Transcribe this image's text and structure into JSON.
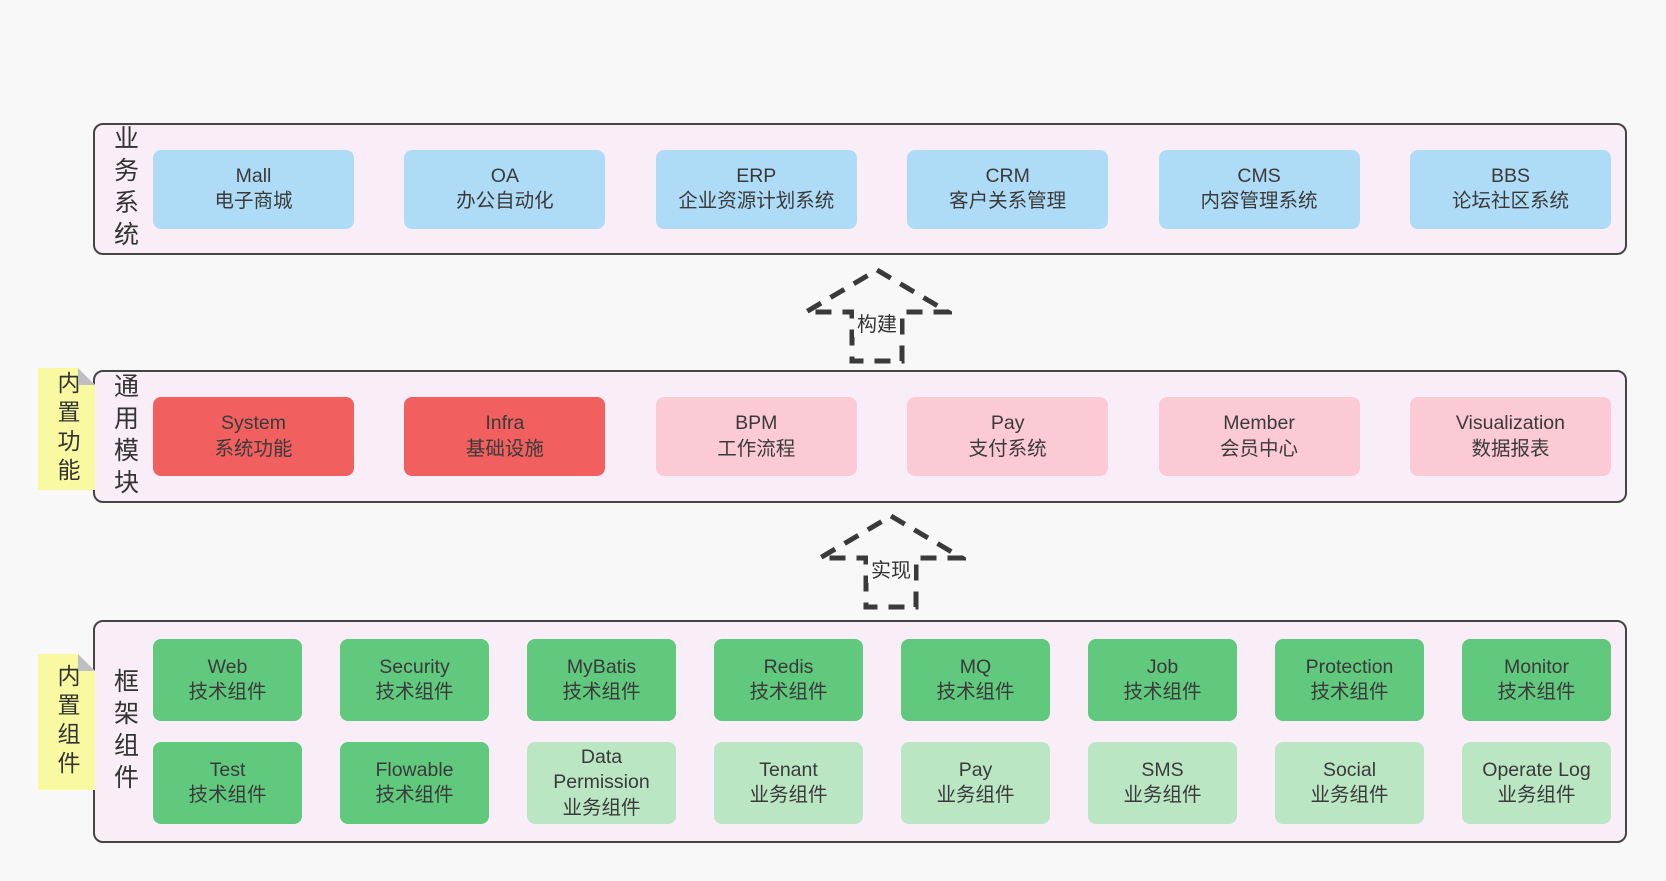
{
  "colors": {
    "page_bg": "#f8f8f8",
    "band_bg": "#f9eef7",
    "band_border": "#454545",
    "blue": "#aedcf6",
    "red": "#f15f5f",
    "pink": "#fccad5",
    "green": "#61c97d",
    "green_light": "#bae6c3",
    "note_yellow": "#f9f9a2",
    "note_fold_gray": "#bfbfc3",
    "text": "#3a3a3a",
    "arrow_dash": "#3a3a3a"
  },
  "arrows": [
    {
      "label": "构建"
    },
    {
      "label": "实现"
    }
  ],
  "bands": [
    {
      "id": "business-systems",
      "title": "业务系统",
      "note": null,
      "rows": [
        [
          {
            "name": "Mall",
            "subtitle": "电子商城",
            "variant": "blue"
          },
          {
            "name": "OA",
            "subtitle": "办公自动化",
            "variant": "blue"
          },
          {
            "name": "ERP",
            "subtitle": "企业资源计划系统",
            "variant": "blue"
          },
          {
            "name": "CRM",
            "subtitle": "客户关系管理",
            "variant": "blue"
          },
          {
            "name": "CMS",
            "subtitle": "内容管理系统",
            "variant": "blue"
          },
          {
            "name": "BBS",
            "subtitle": "论坛社区系统",
            "variant": "blue"
          }
        ]
      ]
    },
    {
      "id": "common-modules",
      "title": "通用模块",
      "note": "内置功能",
      "rows": [
        [
          {
            "name": "System",
            "subtitle": "系统功能",
            "variant": "red"
          },
          {
            "name": "Infra",
            "subtitle": "基础设施",
            "variant": "red"
          },
          {
            "name": "BPM",
            "subtitle": "工作流程",
            "variant": "pink"
          },
          {
            "name": "Pay",
            "subtitle": "支付系统",
            "variant": "pink"
          },
          {
            "name": "Member",
            "subtitle": "会员中心",
            "variant": "pink"
          },
          {
            "name": "Visualization",
            "subtitle": "数据报表",
            "variant": "pink"
          }
        ]
      ]
    },
    {
      "id": "framework-components",
      "title": "框架组件",
      "note": "内置组件",
      "rows": [
        [
          {
            "name": "Web",
            "subtitle": "技术组件",
            "variant": "green"
          },
          {
            "name": "Security",
            "subtitle": "技术组件",
            "variant": "green"
          },
          {
            "name": "MyBatis",
            "subtitle": "技术组件",
            "variant": "green"
          },
          {
            "name": "Redis",
            "subtitle": "技术组件",
            "variant": "green"
          },
          {
            "name": "MQ",
            "subtitle": "技术组件",
            "variant": "green"
          },
          {
            "name": "Job",
            "subtitle": "技术组件",
            "variant": "green"
          },
          {
            "name": "Protection",
            "subtitle": "技术组件",
            "variant": "green"
          },
          {
            "name": "Monitor",
            "subtitle": "技术组件",
            "variant": "green"
          }
        ],
        [
          {
            "name": "Test",
            "subtitle": "技术组件",
            "variant": "green"
          },
          {
            "name": "Flowable",
            "subtitle": "技术组件",
            "variant": "green"
          },
          {
            "name": "Data Permission",
            "subtitle": "业务组件",
            "variant": "green-light"
          },
          {
            "name": "Tenant",
            "subtitle": "业务组件",
            "variant": "green-light"
          },
          {
            "name": "Pay",
            "subtitle": "业务组件",
            "variant": "green-light"
          },
          {
            "name": "SMS",
            "subtitle": "业务组件",
            "variant": "green-light"
          },
          {
            "name": "Social",
            "subtitle": "业务组件",
            "variant": "green-light"
          },
          {
            "name": "Operate Log",
            "subtitle": "业务组件",
            "variant": "green-light"
          }
        ]
      ]
    }
  ]
}
